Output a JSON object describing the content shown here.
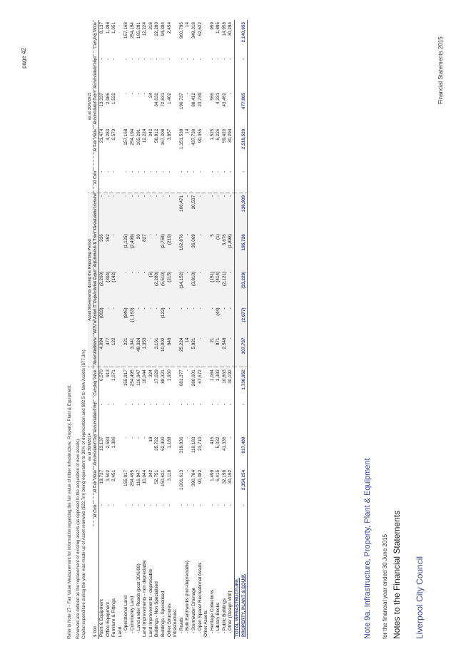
{
  "header": {
    "council": "Liverpool City Council",
    "notes_title": "Notes to the Financial Statements",
    "notes_subtitle": "for the financial year ended 30 June 2015",
    "note_heading": "Note 9a. Infrastructure, Property, Plant & Equipment",
    "financial_statements": "Financial Statements 2015"
  },
  "table": {
    "currency_label": "$ '000",
    "group_2014": "as at 30/6/2014",
    "group_movements": "Asset Movements during the Reporting Period",
    "group_2015": "as at 30/6/2015",
    "columns": [
      "At Cost",
      "At Fair Value",
      "Accumulated Dep'n",
      "Accumulated Impairment",
      "Carrying Value",
      "Asset Additions",
      "WDV of Asset Disposals",
      "Depreciation Expense",
      "Adjustments & Transfers",
      "Revaluation Increments to Equity (ARR)",
      "At Cost",
      "At Fair Value",
      "Accumulated Dep'n",
      "Accumulated Impairment",
      "Carrying Value"
    ],
    "rows": [
      {
        "label": "Plant & Equipment",
        "indent": 0,
        "v": [
          "-",
          "19,737",
          "13,137",
          "-",
          "6,570",
          "4,094",
          "(003)",
          "(2,260)",
          "336",
          "-",
          "-",
          "21,474",
          "13,337",
          "-",
          "8,137"
        ]
      },
      {
        "label": "Office Equipment",
        "indent": 0,
        "v": [
          "-",
          "3,502",
          "2,583",
          "-",
          "913",
          "477",
          "-",
          "(304)",
          "352",
          "-",
          "-",
          "4,283",
          "2,985",
          "-",
          "1,398"
        ]
      },
      {
        "label": "Furniture & Fittings",
        "indent": 0,
        "v": [
          "-",
          "2,451",
          "1,386",
          "-",
          "1,071",
          "122",
          "-",
          "(142)",
          "-",
          "-",
          "-",
          "2,573",
          "1,522",
          "-",
          "1,051"
        ]
      },
      {
        "label": "Land:",
        "indent": 0,
        "v": [
          "",
          "",
          "",
          "",
          "",
          "",
          "",
          "",
          "",
          "",
          "",
          "",
          "",
          "",
          ""
        ]
      },
      {
        "label": "- Operational Land",
        "indent": 1,
        "v": [
          "-",
          "155,917",
          "-",
          "-",
          "155,917",
          "221",
          "(846)",
          "-",
          "(1,125)",
          "-",
          "-",
          "157,168",
          "-",
          "-",
          "157,168"
        ]
      },
      {
        "label": "- Community Land",
        "indent": 1,
        "v": [
          "-",
          "254,495",
          "-",
          "-",
          "254,495",
          "3,341",
          "(1,163)",
          "-",
          "(2,499)",
          "-",
          "-",
          "254,194",
          "-",
          "-",
          "254,194"
        ]
      },
      {
        "label": "- Land under Roads (post 30/6/08)",
        "indent": 1,
        "v": [
          "-",
          "116,947",
          "-",
          "-",
          "116,947",
          "48,324",
          "-",
          "-",
          "20",
          "-",
          "-",
          "165,291",
          "-",
          "-",
          "165,291"
        ]
      },
      {
        "label": "Land Improvements - non depreciable",
        "indent": 0,
        "v": [
          "-",
          "10,044",
          "-",
          "-",
          "10,044",
          "1,353",
          "-",
          "-",
          "827",
          "-",
          "-",
          "12,224",
          "-",
          "-",
          "12,224"
        ]
      },
      {
        "label": "Land Improvements - depreciable",
        "indent": 0,
        "v": [
          "-",
          "342",
          "18",
          "-",
          "324",
          "-",
          "-",
          "(5)",
          "-",
          "-",
          "-",
          "342",
          "24",
          "-",
          "318"
        ]
      },
      {
        "label": "Buildings - Non Specialised",
        "indent": 0,
        "v": [
          "-",
          "52,751",
          "35,722",
          "-",
          "17,029",
          "3,161",
          "-",
          "(2,280)",
          "-",
          "-",
          "-",
          "58,812",
          "34,632",
          "-",
          "22,280"
        ]
      },
      {
        "label": "Buildings - Specialised",
        "indent": 0,
        "v": [
          "-",
          "150,621",
          "62,300",
          "-",
          "88,321",
          "10,002",
          "(122)",
          "(5,510)",
          "(2,758)",
          "-",
          "-",
          "167,308",
          "72,831",
          "-",
          "94,384"
        ]
      },
      {
        "label": "Other Structures",
        "indent": 0,
        "v": [
          "-",
          "3,118",
          "1,188",
          "-",
          "1,930",
          "949",
          "-",
          "(215)",
          "(210)",
          "-",
          "-",
          "3,857",
          "1,402",
          "-",
          "2,454"
        ]
      },
      {
        "label": "Infrastructure:",
        "indent": 0,
        "v": [
          "",
          "",
          "",
          "",
          "",
          "",
          "",
          "",
          "",
          "",
          "",
          "",
          "",
          "",
          ""
        ]
      },
      {
        "label": "- Roads",
        "indent": 1,
        "v": [
          "-",
          "1,001,613",
          "319,836",
          "-",
          "681,377",
          "25,224",
          "-",
          "(14,152)",
          "162,876",
          "106,471",
          "-",
          "1,151,539",
          "190,737",
          "-",
          "960,795"
        ]
      },
      {
        "label": "- Bulk Earthworks (non-depreciable)",
        "indent": 1,
        "v": [
          "-",
          "-",
          "-",
          "-",
          "-",
          "14",
          "-",
          "-",
          "-",
          "-",
          "-",
          "14",
          "-",
          "-",
          "14"
        ]
      },
      {
        "label": "- Stormwater Drainage",
        "indent": 1,
        "v": [
          "-",
          "390,784",
          "110,183",
          "-",
          "280,601",
          "5,921",
          "-",
          "(3,810)",
          "36,069",
          "30,537",
          "-",
          "437,730",
          "88,412",
          "-",
          "349,318"
        ]
      },
      {
        "label": "- Open Space/ Recreational Assets",
        "indent": 1,
        "v": [
          "-",
          "90,382",
          "23,710",
          "-",
          "67,672",
          "-",
          "-",
          "-",
          "-",
          "-",
          "-",
          "90,355",
          "23,739",
          "-",
          "62,622"
        ]
      },
      {
        "label": "Other Assets:",
        "indent": 0,
        "v": [
          "",
          "",
          "",
          "",
          "",
          "",
          "",
          "",
          "",
          "",
          "",
          "",
          "",
          "",
          ""
        ]
      },
      {
        "label": "- Heritage Collections",
        "indent": 1,
        "v": [
          "-",
          "1,499",
          "415",
          "-",
          "1,084",
          "21",
          "-",
          "(151)",
          "5",
          "-",
          "-",
          "1,525",
          "566",
          "-",
          "959"
        ]
      },
      {
        "label": "- Library Books",
        "indent": 1,
        "v": [
          "-",
          "6,415",
          "5,032",
          "-",
          "1,383",
          "971",
          "(44)",
          "(414)",
          "(1)",
          "-",
          "-",
          "6,226",
          "4,331",
          "-",
          "1,895"
        ]
      },
      {
        "label": "- Public Buildings",
        "indent": 1,
        "v": [
          "-",
          "32,198",
          "41,336",
          "-",
          "10,863",
          "2,549",
          "-",
          "(2,121)",
          "3,676",
          "-",
          "-",
          "59,420",
          "43,462",
          "-",
          "14,958"
        ]
      },
      {
        "label": "- Other (Design WIP)",
        "indent": 1,
        "v": [
          "-",
          "30,192",
          "-",
          "-",
          "30,192",
          "-",
          "-",
          "-",
          "(1,898)",
          "-",
          "-",
          "30,294",
          "-",
          "-",
          "30,294"
        ]
      }
    ],
    "total_infra_label": "TOTAL INFRASTRUCTURE,",
    "total_label": "PROPERTY, PLANT & EQUIP.",
    "total_values": [
      "-",
      "2,354,254",
      "617,489",
      "-",
      "1,736,952",
      "107,737",
      "(2,677)",
      "(33,229)",
      "195,726",
      "136,909",
      "-",
      "2,518,520",
      "477,865",
      "-",
      "2,140,955"
    ]
  },
  "footnotes": {
    "line1": "Capital expenditure during the year was made up of Asset renewals ($22.7m) being equivalent to 30% of depreciation and $82.5 to New Assets ($77.3m).",
    "line2": "Renewals are defined as the replacement of existing assets (as opposed to the acquisition of new assets).",
    "line3": "Refer to Note 27 - Fair Value Measurement for information regarding the fair value of other Infrastructure, Property, Plant & Equipment."
  },
  "page_number": "page 42"
}
